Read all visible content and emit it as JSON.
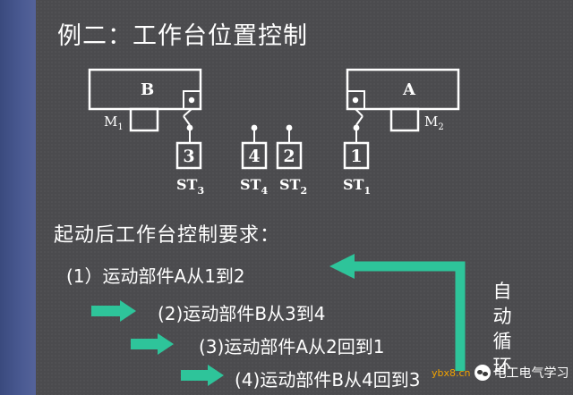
{
  "title": "例二：工作台位置控制",
  "diagram": {
    "table_b_label": "B",
    "table_a_label": "A",
    "motor1": {
      "base": "M",
      "sub": "1"
    },
    "motor2": {
      "base": "M",
      "sub": "2"
    },
    "switches": [
      {
        "number": "3",
        "label_base": "ST",
        "label_sub": "3"
      },
      {
        "number": "4",
        "label_base": "ST",
        "label_sub": "4"
      },
      {
        "number": "2",
        "label_base": "ST",
        "label_sub": "2"
      },
      {
        "number": "1",
        "label_base": "ST",
        "label_sub": "1"
      }
    ]
  },
  "requirements": {
    "title": "起动后工作台控制要求：",
    "steps": [
      "(1）运动部件A从1到2",
      "(2)运动部件B从3到4",
      "(3)运动部件A从2回到1",
      "(4)运动部件B从4回到3"
    ]
  },
  "cycle_label": [
    "自",
    "动",
    "循",
    "环"
  ],
  "watermark": {
    "site": "ybx8.cn",
    "account": "电工电气学习"
  },
  "colors": {
    "arrow": "#2ec49a",
    "background": "#4b4b4e",
    "sidebar": "#4a5a92",
    "line": "#ffffff"
  }
}
